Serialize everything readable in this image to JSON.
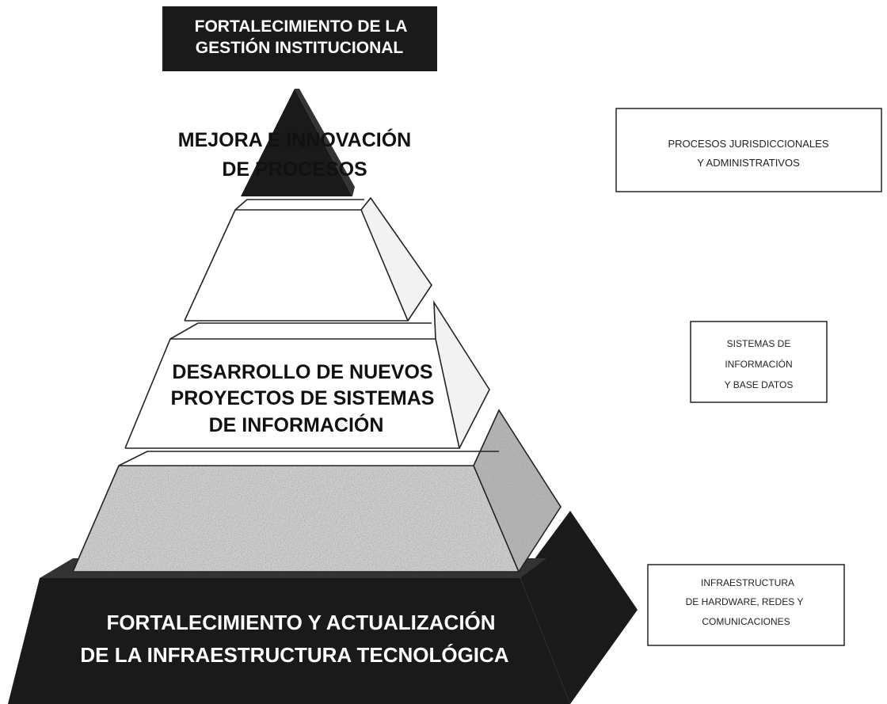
{
  "title": {
    "line1": "FORTALECIMIENTO DE LA",
    "line2": "GESTIÓN INSTITUCIONAL"
  },
  "pyramid": {
    "apex": {
      "line1": "MEJORA E INNOVACIÓN",
      "line2": "DE PROCESOS"
    },
    "level3": {
      "line1": "",
      "line2": ""
    },
    "level2": {
      "line1": "DESARROLLO DE NUEVOS",
      "line2": "PROYECTOS DE SISTEMAS",
      "line3": "DE INFORMACIÓN"
    },
    "level1": {
      "line1": "",
      "line2": ""
    },
    "base": {
      "line1": "FORTALECIMIENTO Y ACTUALIZACIÓN",
      "line2": "DE LA INFRAESTRUCTURA TECNOLÓGICA"
    }
  },
  "side_boxes": {
    "top": {
      "line1": "PROCESOS JURISDICCIONALES",
      "line2": "Y ADMINISTRATIVOS"
    },
    "middle": {
      "line1": "SISTEMAS DE",
      "line2": "INFORMACIÓN",
      "line3": "Y BASE DATOS"
    },
    "bottom": {
      "line1": "INFRAESTRUCTURA",
      "line2": "DE HARDWARE, REDES Y",
      "line3": "COMUNICACIONES"
    }
  },
  "colors": {
    "dark": "#1a1a1a",
    "speckle": "#cfcfcf",
    "face": "#ffffff",
    "side_face": "#f2f2f2"
  }
}
